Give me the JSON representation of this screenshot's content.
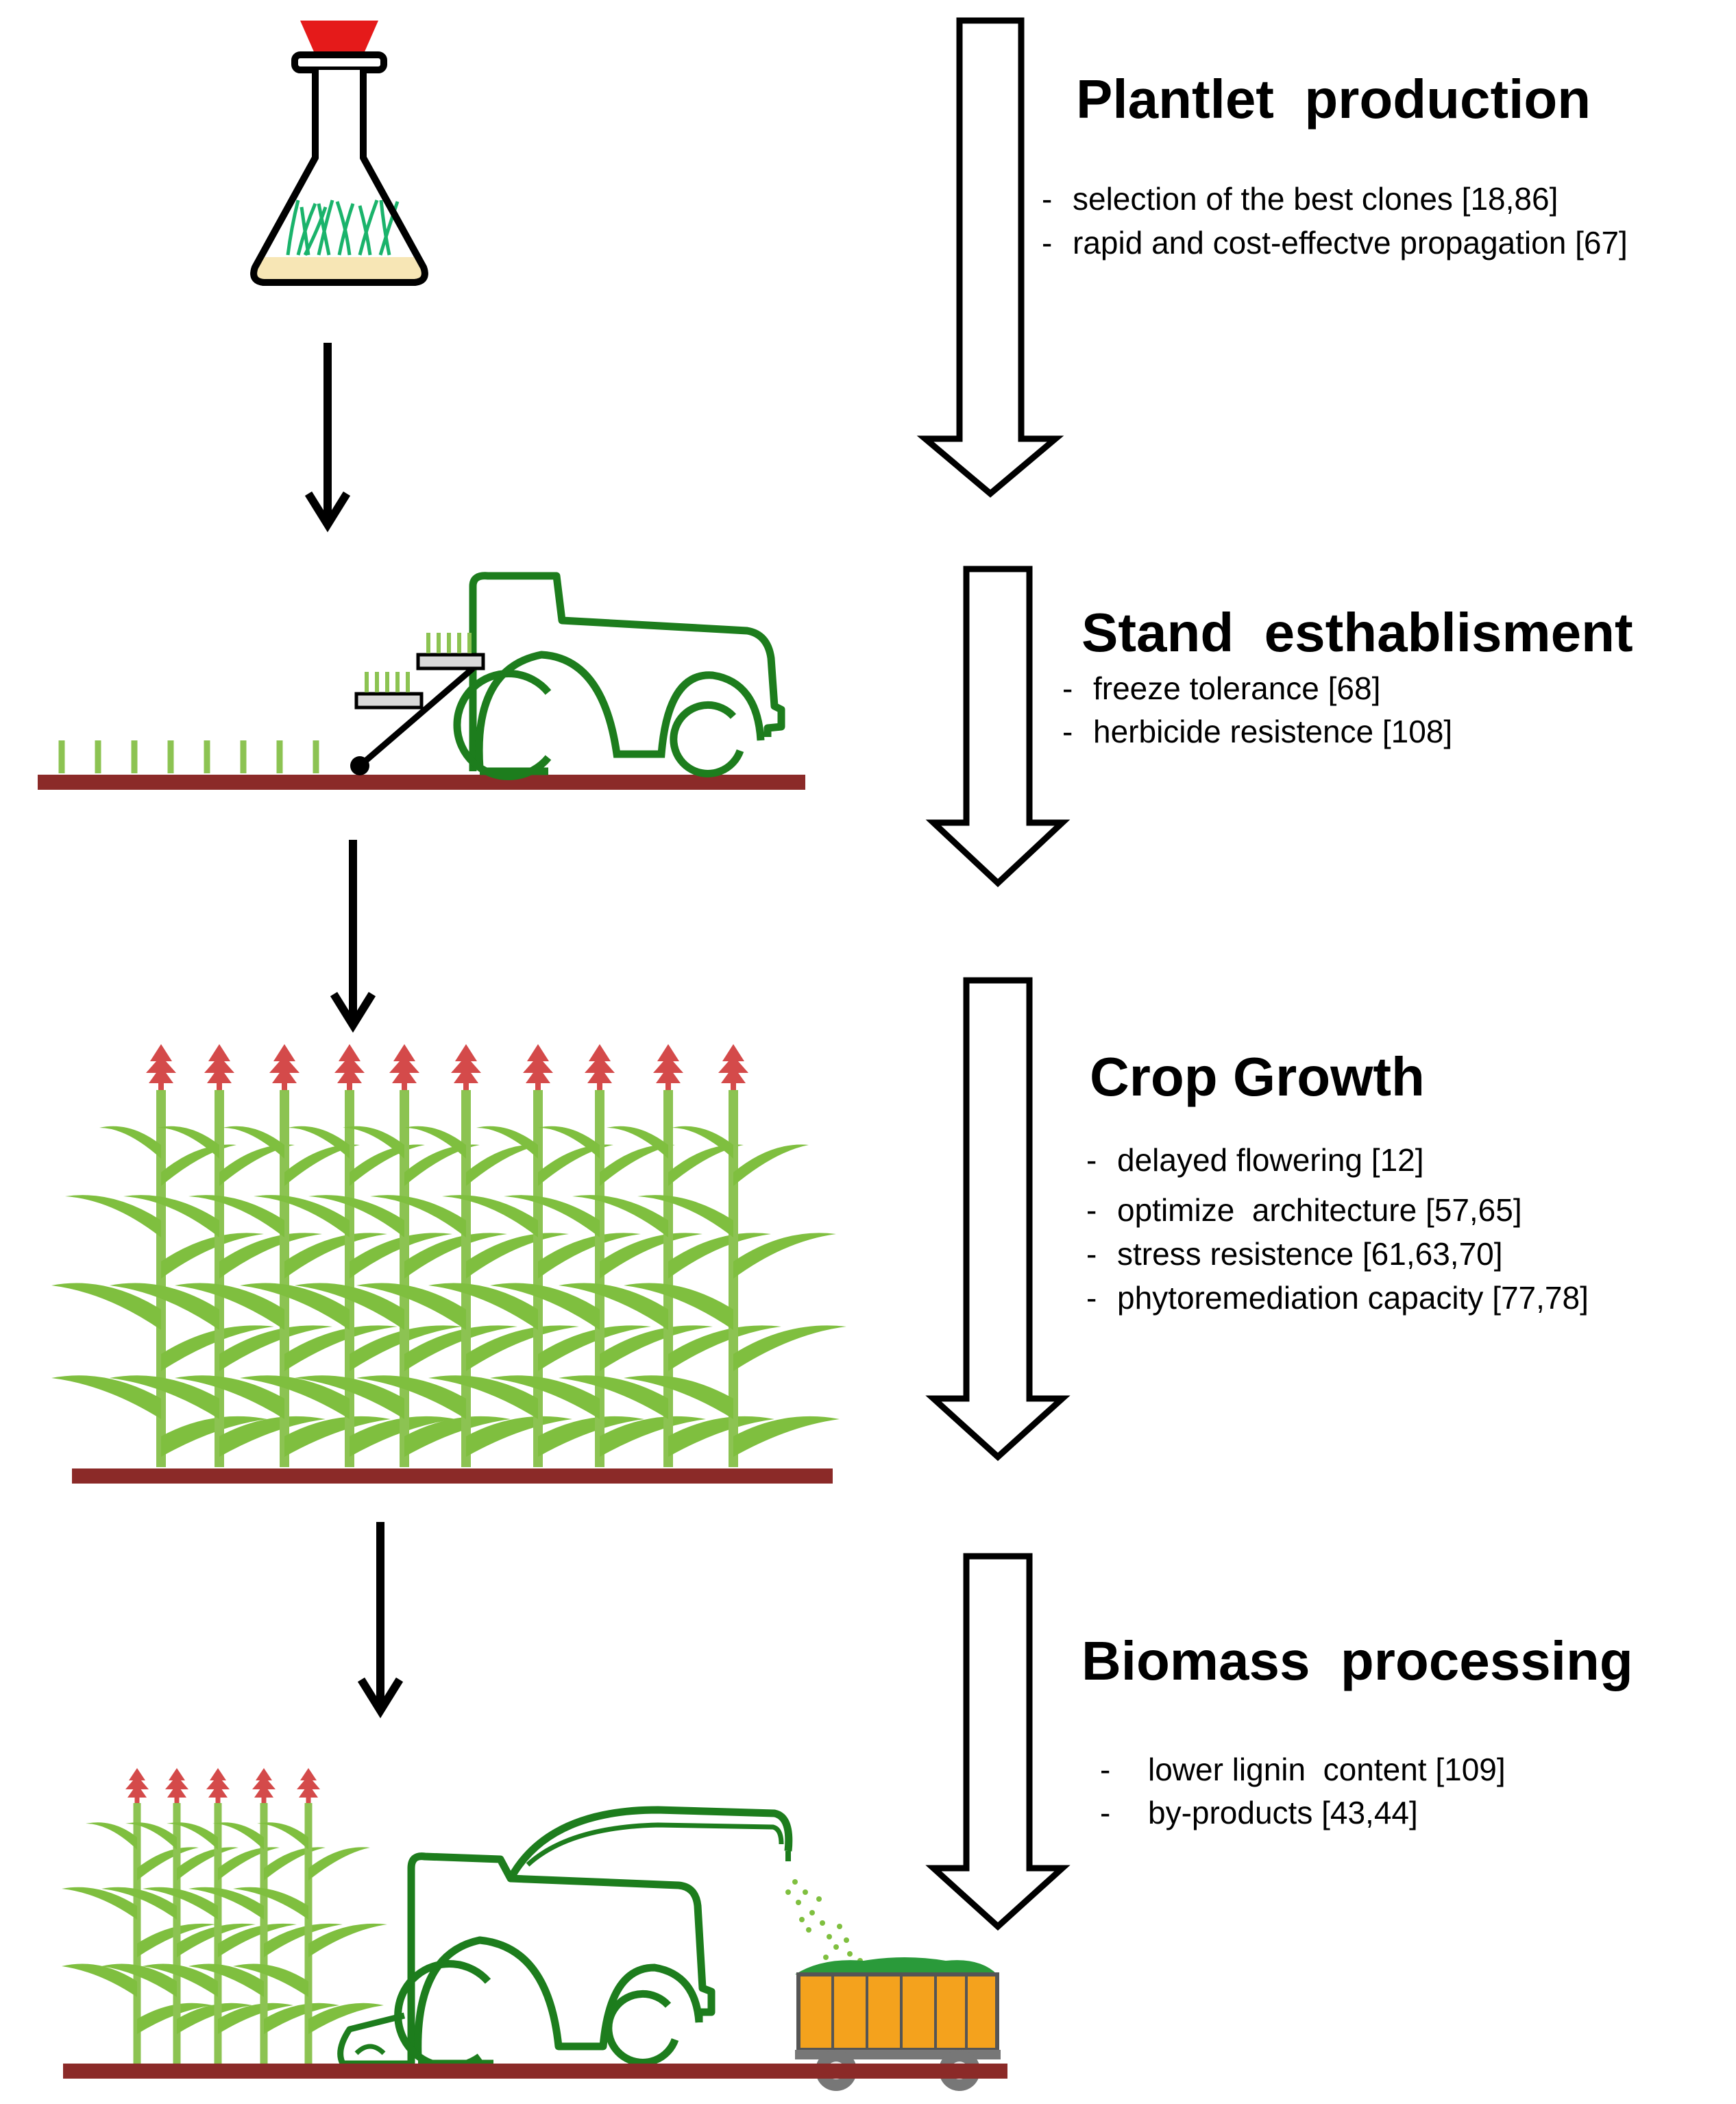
{
  "colors": {
    "soil": "#8b2a28",
    "tractor": "#1d7d1d",
    "plant_stem": "#8cc352",
    "plant_leaf": "#7fbf3f",
    "flower": "#d44a4a",
    "flask_cap": "#e51a1a",
    "medium": "#f7e6b5",
    "sprout": "#1ab36b",
    "trailer": "#f4a21d",
    "tray": "#d9d9d9"
  },
  "stages": [
    {
      "title": "Plantlet  production",
      "items": [
        "selection of the best clones [18,86]",
        "rapid and cost-effectve propagation [67]"
      ]
    },
    {
      "title": "Stand  esthablisment",
      "items": [
        "freeze tolerance [68]",
        "herbicide resistence [108]"
      ]
    },
    {
      "title": "Crop Growth",
      "items": [
        "delayed flowering [12]",
        "optimize  architecture [57,65]",
        "stress resistence [61,63,70]",
        "phytoremediation capacity [77,78]"
      ]
    },
    {
      "title": "Biomass  processing",
      "items": [
        "lower lignin  content [109]",
        "by-products [43,44]"
      ]
    }
  ]
}
